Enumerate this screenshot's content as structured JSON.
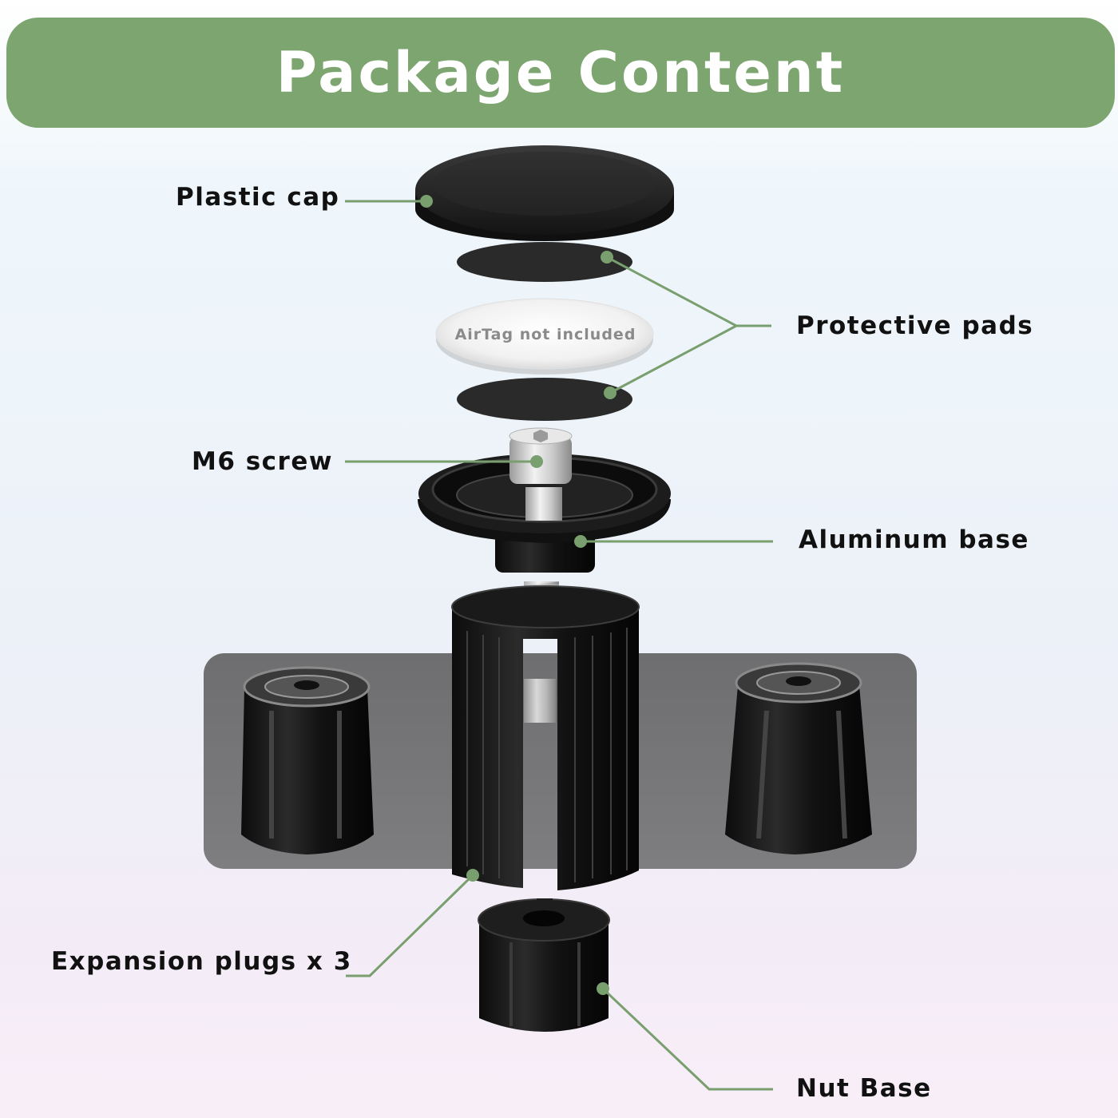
{
  "title": "Package Content",
  "airtag_note": "AirTag not included",
  "labels": {
    "plastic_cap": "Plastic cap",
    "protective_pads": "Protective pads",
    "m6_screw": "M6 screw",
    "aluminum_base": "Aluminum base",
    "expansion_plugs": "Expansion plugs x 3",
    "nut_base": "Nut Base"
  },
  "colors": {
    "accent_green": "#7da56f",
    "leader_line": "#7a9f6f",
    "part_black": "#1c1c1c",
    "tray_gray": "#7a7a7c"
  }
}
